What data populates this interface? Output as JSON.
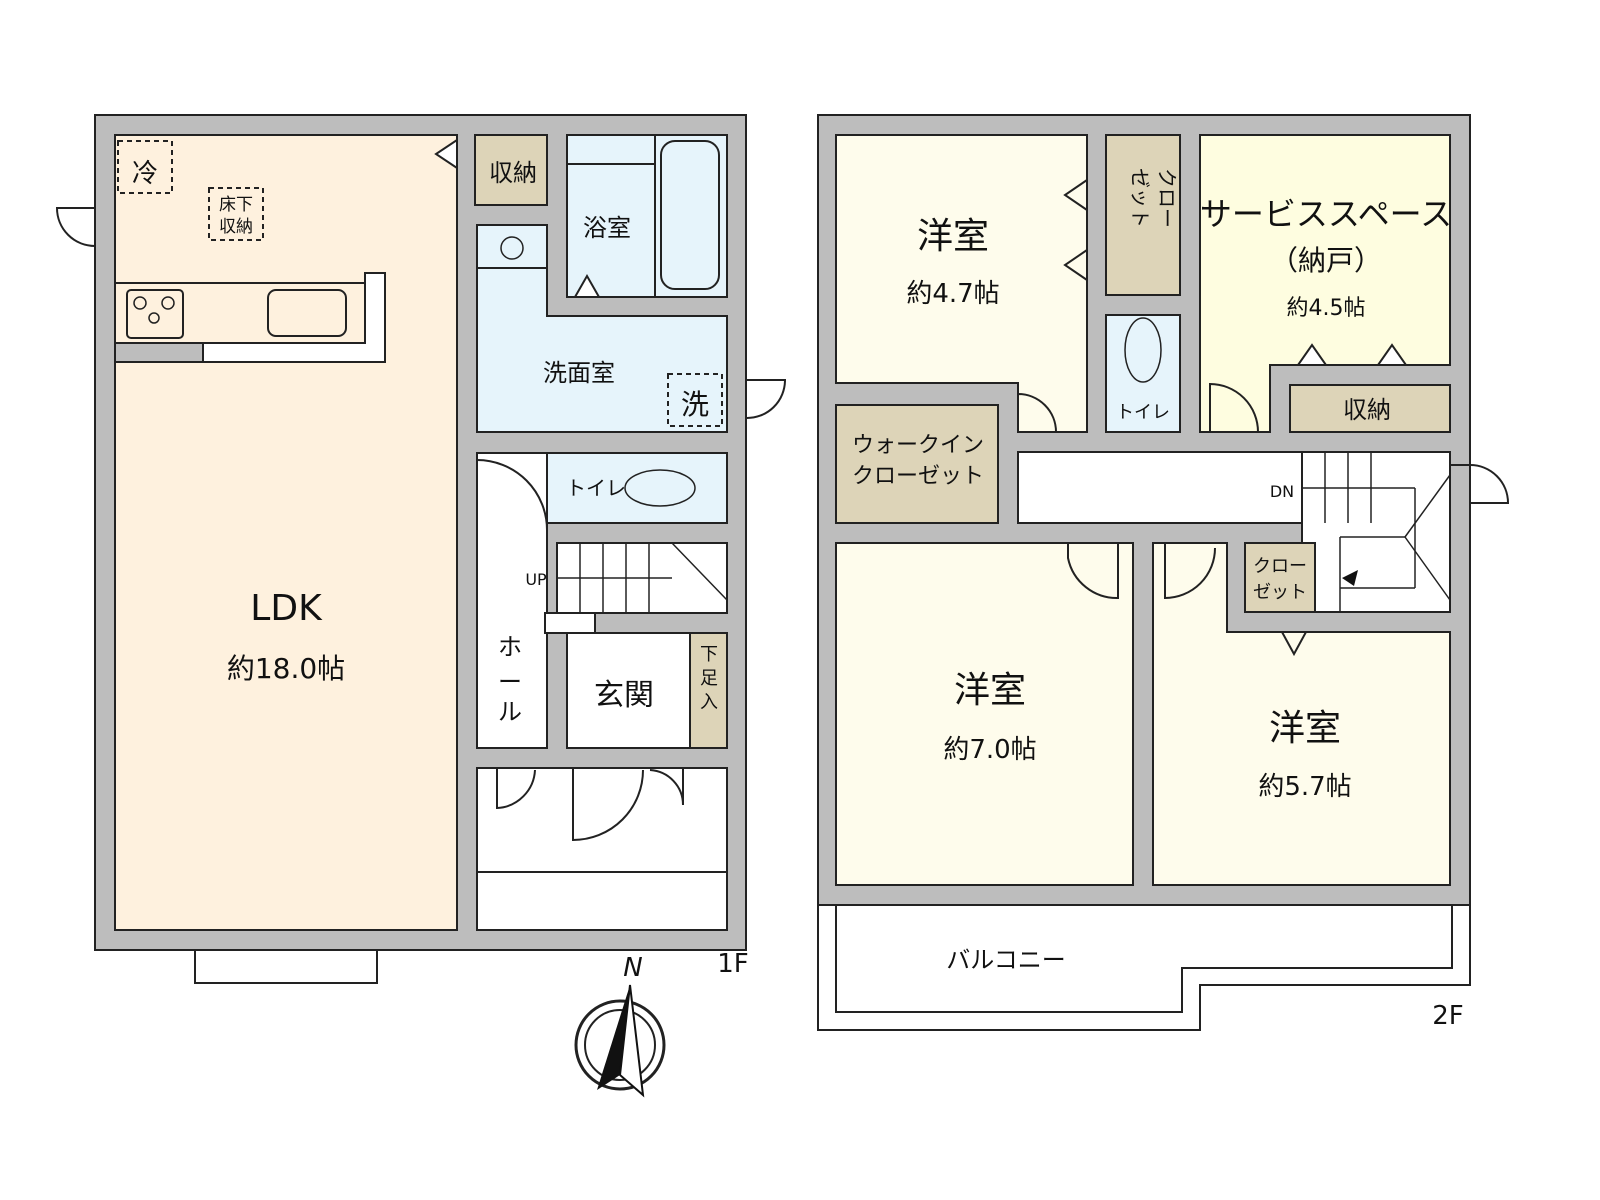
{
  "colors": {
    "wall": "#bdbdbd",
    "ldk": "#fef1de",
    "wet": "#e6f4fb",
    "storage": "#ddd4b8",
    "bedroom": "#fefcec",
    "service": "#fefde0"
  },
  "floor1": {
    "label": "1F",
    "ldk": {
      "name": "LDK",
      "size": "約18.0帖"
    },
    "fridge": "冷",
    "underfloor": [
      "床下",
      "収納"
    ],
    "storage": "収納",
    "bath": "浴室",
    "washroom": "洗面室",
    "washer": "洗",
    "toilet": "トイレ",
    "up": "UP",
    "hall": [
      "ホ",
      "ー",
      "ル"
    ],
    "entrance": "玄関",
    "shoe": [
      "下",
      "足",
      "入"
    ]
  },
  "floor2": {
    "label": "2F",
    "room1": {
      "name": "洋室",
      "size": "約4.7帖"
    },
    "closet1": [
      "クロー",
      "ゼット"
    ],
    "toilet": "トイレ",
    "service": {
      "name": "サービススペース",
      "sub": "（納戸）",
      "size": "約4.5帖"
    },
    "storage": "収納",
    "wic": [
      "ウォークイン",
      "クローゼット"
    ],
    "dn": "DN",
    "room2": {
      "name": "洋室",
      "size": "約7.0帖"
    },
    "closet2": [
      "クロー",
      "ゼット"
    ],
    "room3": {
      "name": "洋室",
      "size": "約5.7帖"
    },
    "balcony": "バルコニー"
  },
  "compass": {
    "north": "N",
    "icon": "compass-icon"
  }
}
